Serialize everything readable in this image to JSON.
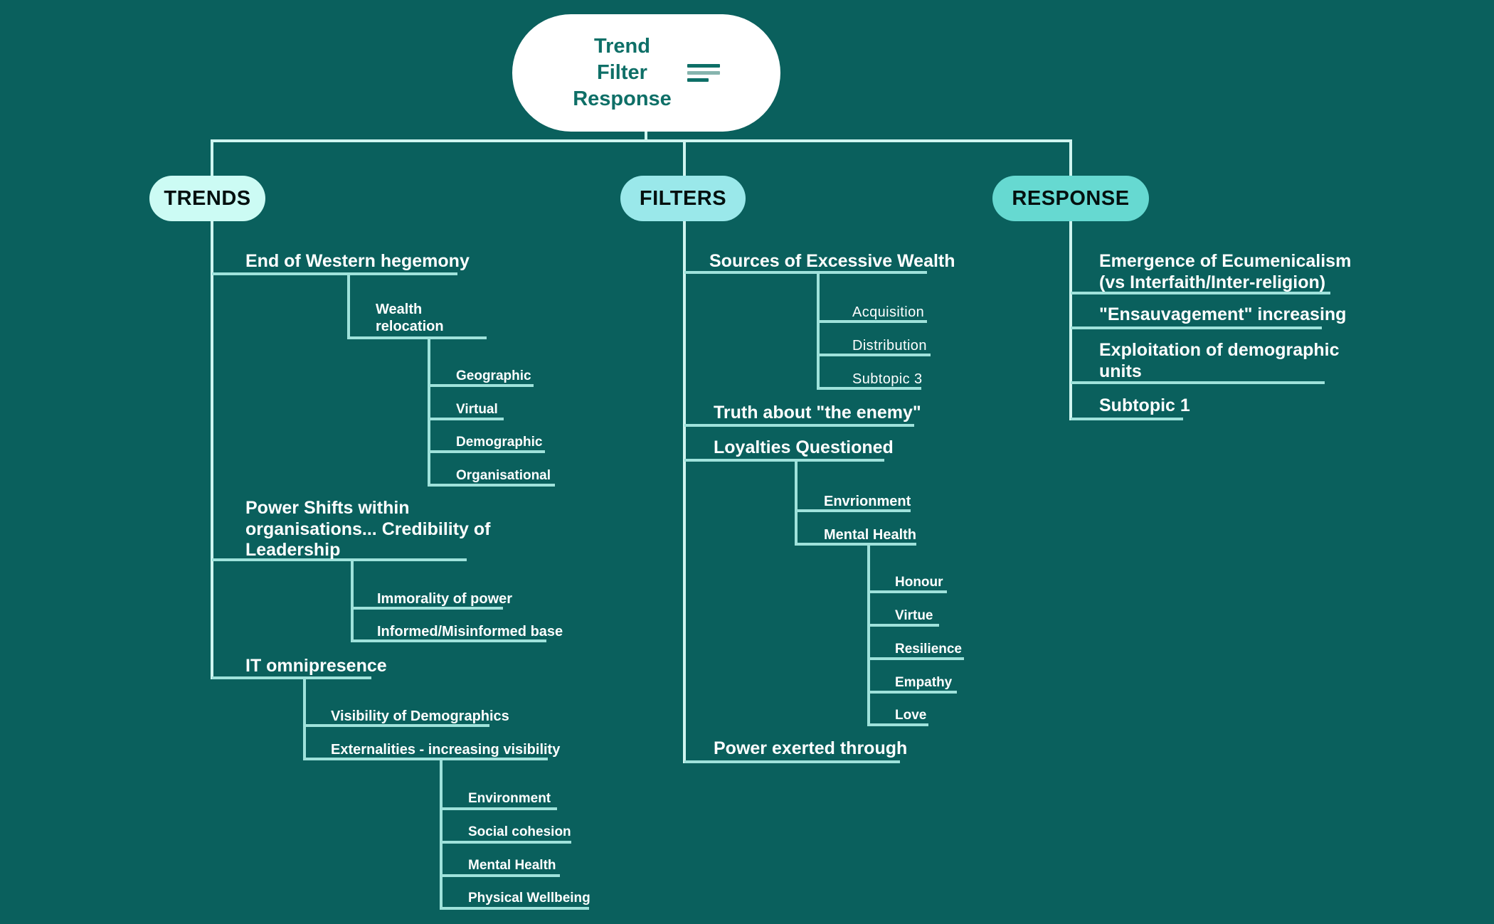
{
  "root": {
    "title": "Trend\nFilter\nResponse",
    "icon": "align-left-icon"
  },
  "colors": {
    "background": "#0a605d",
    "root-pill": "#ffffff",
    "root-text": "#0e6f67",
    "trends-pill": "#ccfbf4",
    "filters-pill": "#9ae8ea",
    "response-pill": "#66d9d1",
    "tree-line": "#cff5f0",
    "underline": "#9fe2db"
  },
  "trends": {
    "label": "TRENDS",
    "topics": [
      "End of Western hegemony",
      "Wealth\nrelocation",
      "Geographic",
      "Virtual",
      "Demographic",
      "Organisational",
      "Power Shifts within\norganisations... Credibility of\nLeadership",
      "Immorality of power",
      "Informed/Misinformed base",
      "IT omnipresence",
      "Visibility of Demographics",
      "Externalities - increasing visibility",
      "Environment",
      "Social cohesion",
      "Mental Health",
      "Physical Wellbeing"
    ]
  },
  "filters": {
    "label": "FILTERS",
    "topics": [
      "Sources of Excessive Wealth",
      "Acquisition",
      "Distribution",
      "Subtopic 3",
      "Truth about \"the enemy\"",
      "Loyalties Questioned",
      "Envrionment",
      "Mental Health",
      "Honour",
      "Virtue",
      "Resilience",
      "Empathy",
      "Love",
      "Power exerted through"
    ]
  },
  "response": {
    "label": "RESPONSE",
    "topics": [
      "Emergence of Ecumenicalism\n(vs Interfaith/Inter-religion)",
      "\"Ensauvagement\" increasing",
      "Exploitation of demographic\nunits",
      "Subtopic 1"
    ]
  }
}
